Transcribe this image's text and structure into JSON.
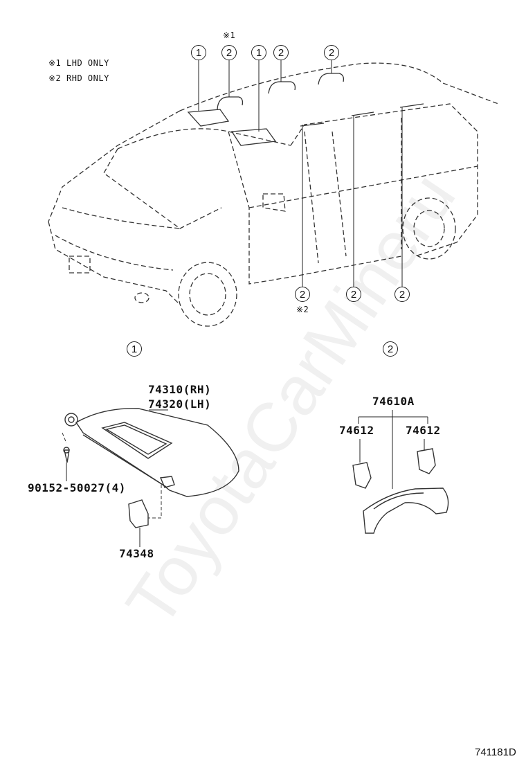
{
  "notes": {
    "note1": "※1 LHD ONLY",
    "note2": "※2 RHD ONLY"
  },
  "overview": {
    "callouts": [
      "1",
      "2",
      "1",
      "2",
      "2",
      "2",
      "2",
      "2"
    ],
    "mark_top": "※1",
    "mark_bottom": "※2"
  },
  "panel1": {
    "label": "1",
    "part_rh": "74310(RH)",
    "part_lh": "74320(LH)",
    "screw": "90152-50027(4)",
    "holder": "74348"
  },
  "panel2": {
    "label": "2",
    "grip": "74610A",
    "cap_left": "74612",
    "cap_right": "74612"
  },
  "watermark": "ToyotaCarMineru",
  "diagram_code": "741181D"
}
